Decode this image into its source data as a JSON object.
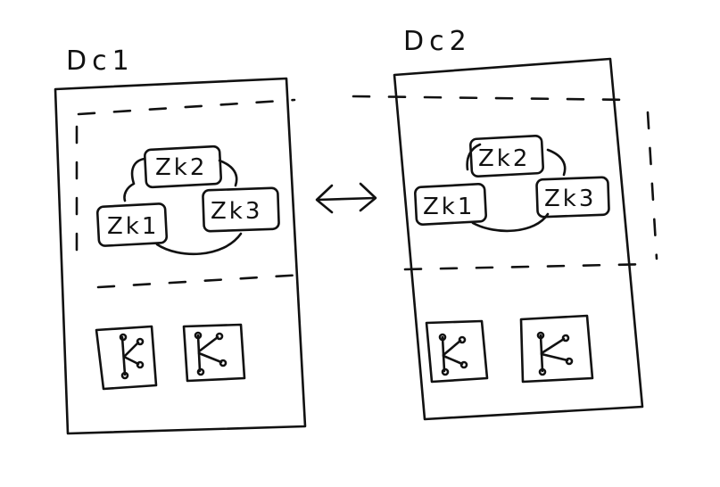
{
  "datacenters": [
    {
      "name": "Dc1",
      "zookeeper_nodes": [
        "Zk2",
        "Zk1",
        "Zk3"
      ],
      "kafka_brokers": [
        "K",
        "K"
      ]
    },
    {
      "name": "Dc2",
      "zookeeper_nodes": [
        "Zk2",
        "Zk1",
        "Zk3"
      ],
      "kafka_brokers": [
        "K",
        "K"
      ]
    }
  ],
  "connection": {
    "type": "bidirectional-arrow"
  },
  "colors": {
    "ink": "#111111",
    "background": "#ffffff"
  }
}
